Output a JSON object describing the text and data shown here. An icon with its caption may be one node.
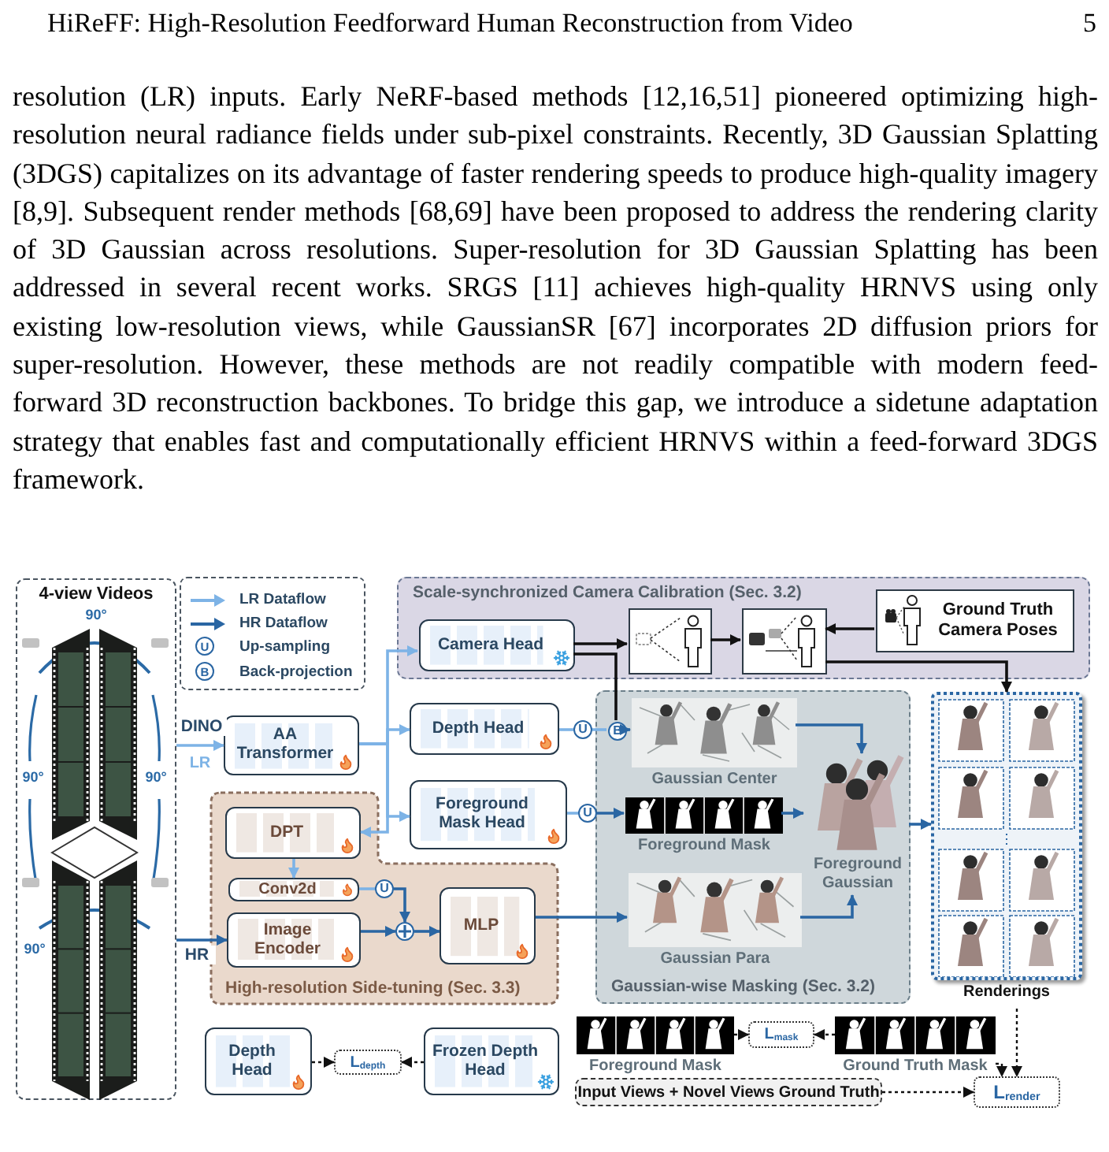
{
  "diagram": {
    "nodes": [
      {
        "text": [
          "4-view Videos"
        ]
      },
      {
        "text": [
          "Scale-synchronized Camera Calibration (Sec. 3.2)"
        ]
      },
      {
        "text": [
          "Camera Head"
        ],
        "in": 1
      },
      {
        "text": [],
        "shape": "picture",
        "in": 1
      },
      {
        "text": [],
        "shape": "picture",
        "in": 1
      },
      {
        "text": [
          "Ground Truth Camera Poses"
        ],
        "in": 1
      },
      {
        "text": [
          "AA Transformer"
        ]
      },
      {
        "text": [
          "Depth Head"
        ]
      },
      {
        "text": [
          "Foreground Mask Head"
        ]
      },
      {
        "text": [
          "High-resolution Side-tuning (Sec. 3.3)"
        ]
      },
      {
        "text": [
          "DPT"
        ],
        "in": 9
      },
      {
        "text": [
          "Conv2d"
        ],
        "in": 9
      },
      {
        "text": [
          "Image Encoder"
        ],
        "in": 9
      },
      {
        "text": [
          "MLP"
        ],
        "in": 9
      },
      {
        "text": [
          "Gaussian-wise Masking (Sec. 3.2)"
        ]
      },
      {
        "text": [
          "Gaussian Center"
        ],
        "in": 14
      },
      {
        "text": [
          "Foreground Mask"
        ],
        "in": 14
      },
      {
        "text": [
          "Foreground Gaussian"
        ],
        "in": 14
      },
      {
        "text": [
          "Gaussian Para"
        ],
        "in": 14
      },
      {
        "text": [
          "Renderings"
        ]
      },
      {
        "text": [
          "Depth Head"
        ]
      },
      {
        "text": [
          "L$_{depth}$"
        ]
      },
      {
        "text": [
          "Frozen Depth Head"
        ]
      },
      {
        "text": [
          "Foreground Mask"
        ]
      },
      {
        "text": [
          "L$_{mask}$"
        ]
      },
      {
        "text": [
          "Ground Truth Mask"
        ]
      },
      {
        "text": [
          "Input Views + Novel Views Ground Truth"
        ]
      },
      {
        "text": [
          "L$_{render}$"
        ]
      },
      {
        "text": [
          "U"
        ]
      },
      {
        "text": [
          "B"
        ],
        "in": 14
      },
      {
        "text": [
          "U"
        ]
      },
      {
        "text": [
          "U"
        ],
        "in": 9
      },
      {
        "text": [],
        "shape": "circle",
        "in": 9
      }
    ],
    "edges": [
      {
        "from": 0,
        "to": 6,
        "arrow": "to",
        "label": "DINO",
        "color": "#7db3e6"
      },
      {
        "from": 6,
        "to": 2,
        "arrow": "to",
        "color": "#7db3e6"
      },
      {
        "from": 6,
        "to": 7,
        "arrow": "to",
        "color": "#7db3e6"
      },
      {
        "from": 6,
        "to": 8,
        "arrow": "to",
        "color": "#7db3e6"
      },
      {
        "from": 6,
        "to": 10,
        "arrow": "to",
        "color": "#7db3e6"
      },
      {
        "from": 10,
        "to": 11,
        "arrow": "to",
        "color": "#7db3e6"
      },
      {
        "from": 11,
        "to": 31,
        "arrow": "none",
        "color": "#7db3e6"
      },
      {
        "from": 31,
        "to": 32,
        "arrow": "to",
        "color": "#2a66a3"
      },
      {
        "from": 0,
        "to": 12,
        "arrow": "to",
        "label": "HR",
        "color": "#2a66a3"
      },
      {
        "from": 12,
        "to": 32,
        "arrow": "to",
        "color": "#2a66a3"
      },
      {
        "from": 32,
        "to": 13,
        "arrow": "to",
        "color": "#2a66a3"
      },
      {
        "from": 13,
        "to": 18,
        "arrow": "to",
        "color": "#2a66a3"
      },
      {
        "from": 7,
        "to": 28,
        "arrow": "none",
        "color": "#7db3e6"
      },
      {
        "from": 28,
        "to": 29,
        "arrow": "none",
        "color": "#7db3e6"
      },
      {
        "from": 29,
        "to": 15,
        "arrow": "to",
        "color": "#2a66a3"
      },
      {
        "from": 2,
        "to": 29,
        "arrow": "none"
      },
      {
        "from": 2,
        "to": 3,
        "arrow": "to"
      },
      {
        "from": 3,
        "to": 4,
        "arrow": "to"
      },
      {
        "from": 5,
        "to": 4,
        "arrow": "to"
      },
      {
        "from": 4,
        "to": 19,
        "arrow": "to"
      },
      {
        "from": 8,
        "to": 30,
        "arrow": "none",
        "color": "#7db3e6"
      },
      {
        "from": 30,
        "to": 16,
        "arrow": "to",
        "color": "#2a66a3"
      },
      {
        "from": 15,
        "to": 17,
        "arrow": "to",
        "color": "#2a66a3"
      },
      {
        "from": 16,
        "to": 17,
        "arrow": "to",
        "color": "#2a66a3"
      },
      {
        "from": 18,
        "to": 17,
        "arrow": "to",
        "color": "#2a66a3"
      },
      {
        "from": 17,
        "to": 19,
        "arrow": "to",
        "color": "#2a66a3"
      },
      {
        "from": 20,
        "to": 21,
        "arrow": "to",
        "style": "dashed"
      },
      {
        "from": 22,
        "to": 21,
        "arrow": "to",
        "style": "dashed"
      },
      {
        "from": 23,
        "to": 24,
        "arrow": "to",
        "style": "dashed"
      },
      {
        "from": 25,
        "to": 24,
        "arrow": "to",
        "style": "dashed"
      },
      {
        "from": 25,
        "to": 27,
        "arrow": "to",
        "style": "dashed"
      },
      {
        "from": 19,
        "to": 27,
        "arrow": "to",
        "style": "dashed"
      },
      {
        "from": 26,
        "to": 27,
        "arrow": "to",
        "style": "dashed"
      }
    ],
    "labels": [
      "HiReFF: High-Resolution Feedforward Human Reconstruction from Video",
      "5",
      "resolution (LR) inputs. Early NeRF-based methods [12,16,51] pioneered optimizing high-resolution neural radiance fields under sub-pixel constraints. Recently, 3D Gaussian Splatting (3DGS) capitalizes on its advantage of faster rendering speeds to produce high-quality imagery [8,9]. Subsequent render methods [68,69] have been proposed to address the rendering clarity of 3D Gaussian across resolutions. Super-resolution for 3D Gaussian Splatting has been addressed in several recent works. SRGS [11] achieves high-quality HRNVS using only existing low-resolution views, while GaussianSR [67] incorporates 2D diffusion priors for super-resolution. However, these methods are not readily compatible with modern feed-forward 3D reconstruction backbones. To bridge this gap, we introduce a sidetune adaptation strategy that enables fast and computationally efficient HRNVS within a feed-forward 3DGS framework.",
      "90°",
      "90°",
      "90°",
      "90°",
      "U",
      "B",
      "LR"
    ],
    "legend": [
      {
        "text": "LR Dataflow"
      },
      {
        "text": "HR Dataflow"
      },
      {
        "text": "Up-sampling"
      },
      {
        "text": "Back-projection"
      }
    ]
  }
}
